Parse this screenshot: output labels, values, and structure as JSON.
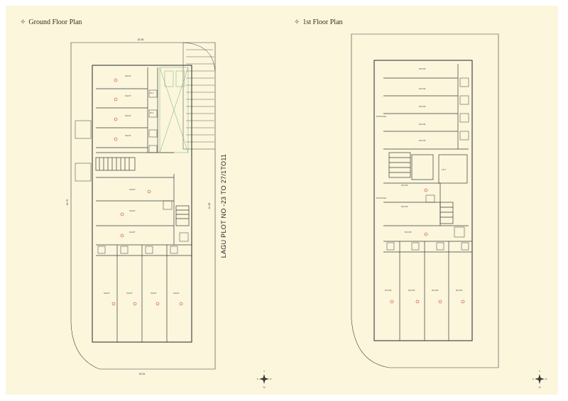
{
  "ground": {
    "title": "Ground Floor Plan",
    "plot_label": "LAGU PLOT NO -23 TO 27/1TO11",
    "dim_top": "18.35",
    "dim_bottom": "18.31",
    "dim_left": "42.76",
    "dim_right": "41.28",
    "shop_label": "SHOP",
    "wc_label": "W.C"
  },
  "first": {
    "title": "1st Floor Plan",
    "room_label": "ROOM",
    "passage_label": "PASSAGE",
    "lift_label": "LIFT"
  },
  "compass": {
    "north": "N",
    "south": "S",
    "east": "E",
    "west": "W"
  },
  "colors": {
    "sheet": "#fbf6dc",
    "line": "#3a3a3a",
    "accent": "#c8312e",
    "stair_green": "#6fae7a"
  }
}
